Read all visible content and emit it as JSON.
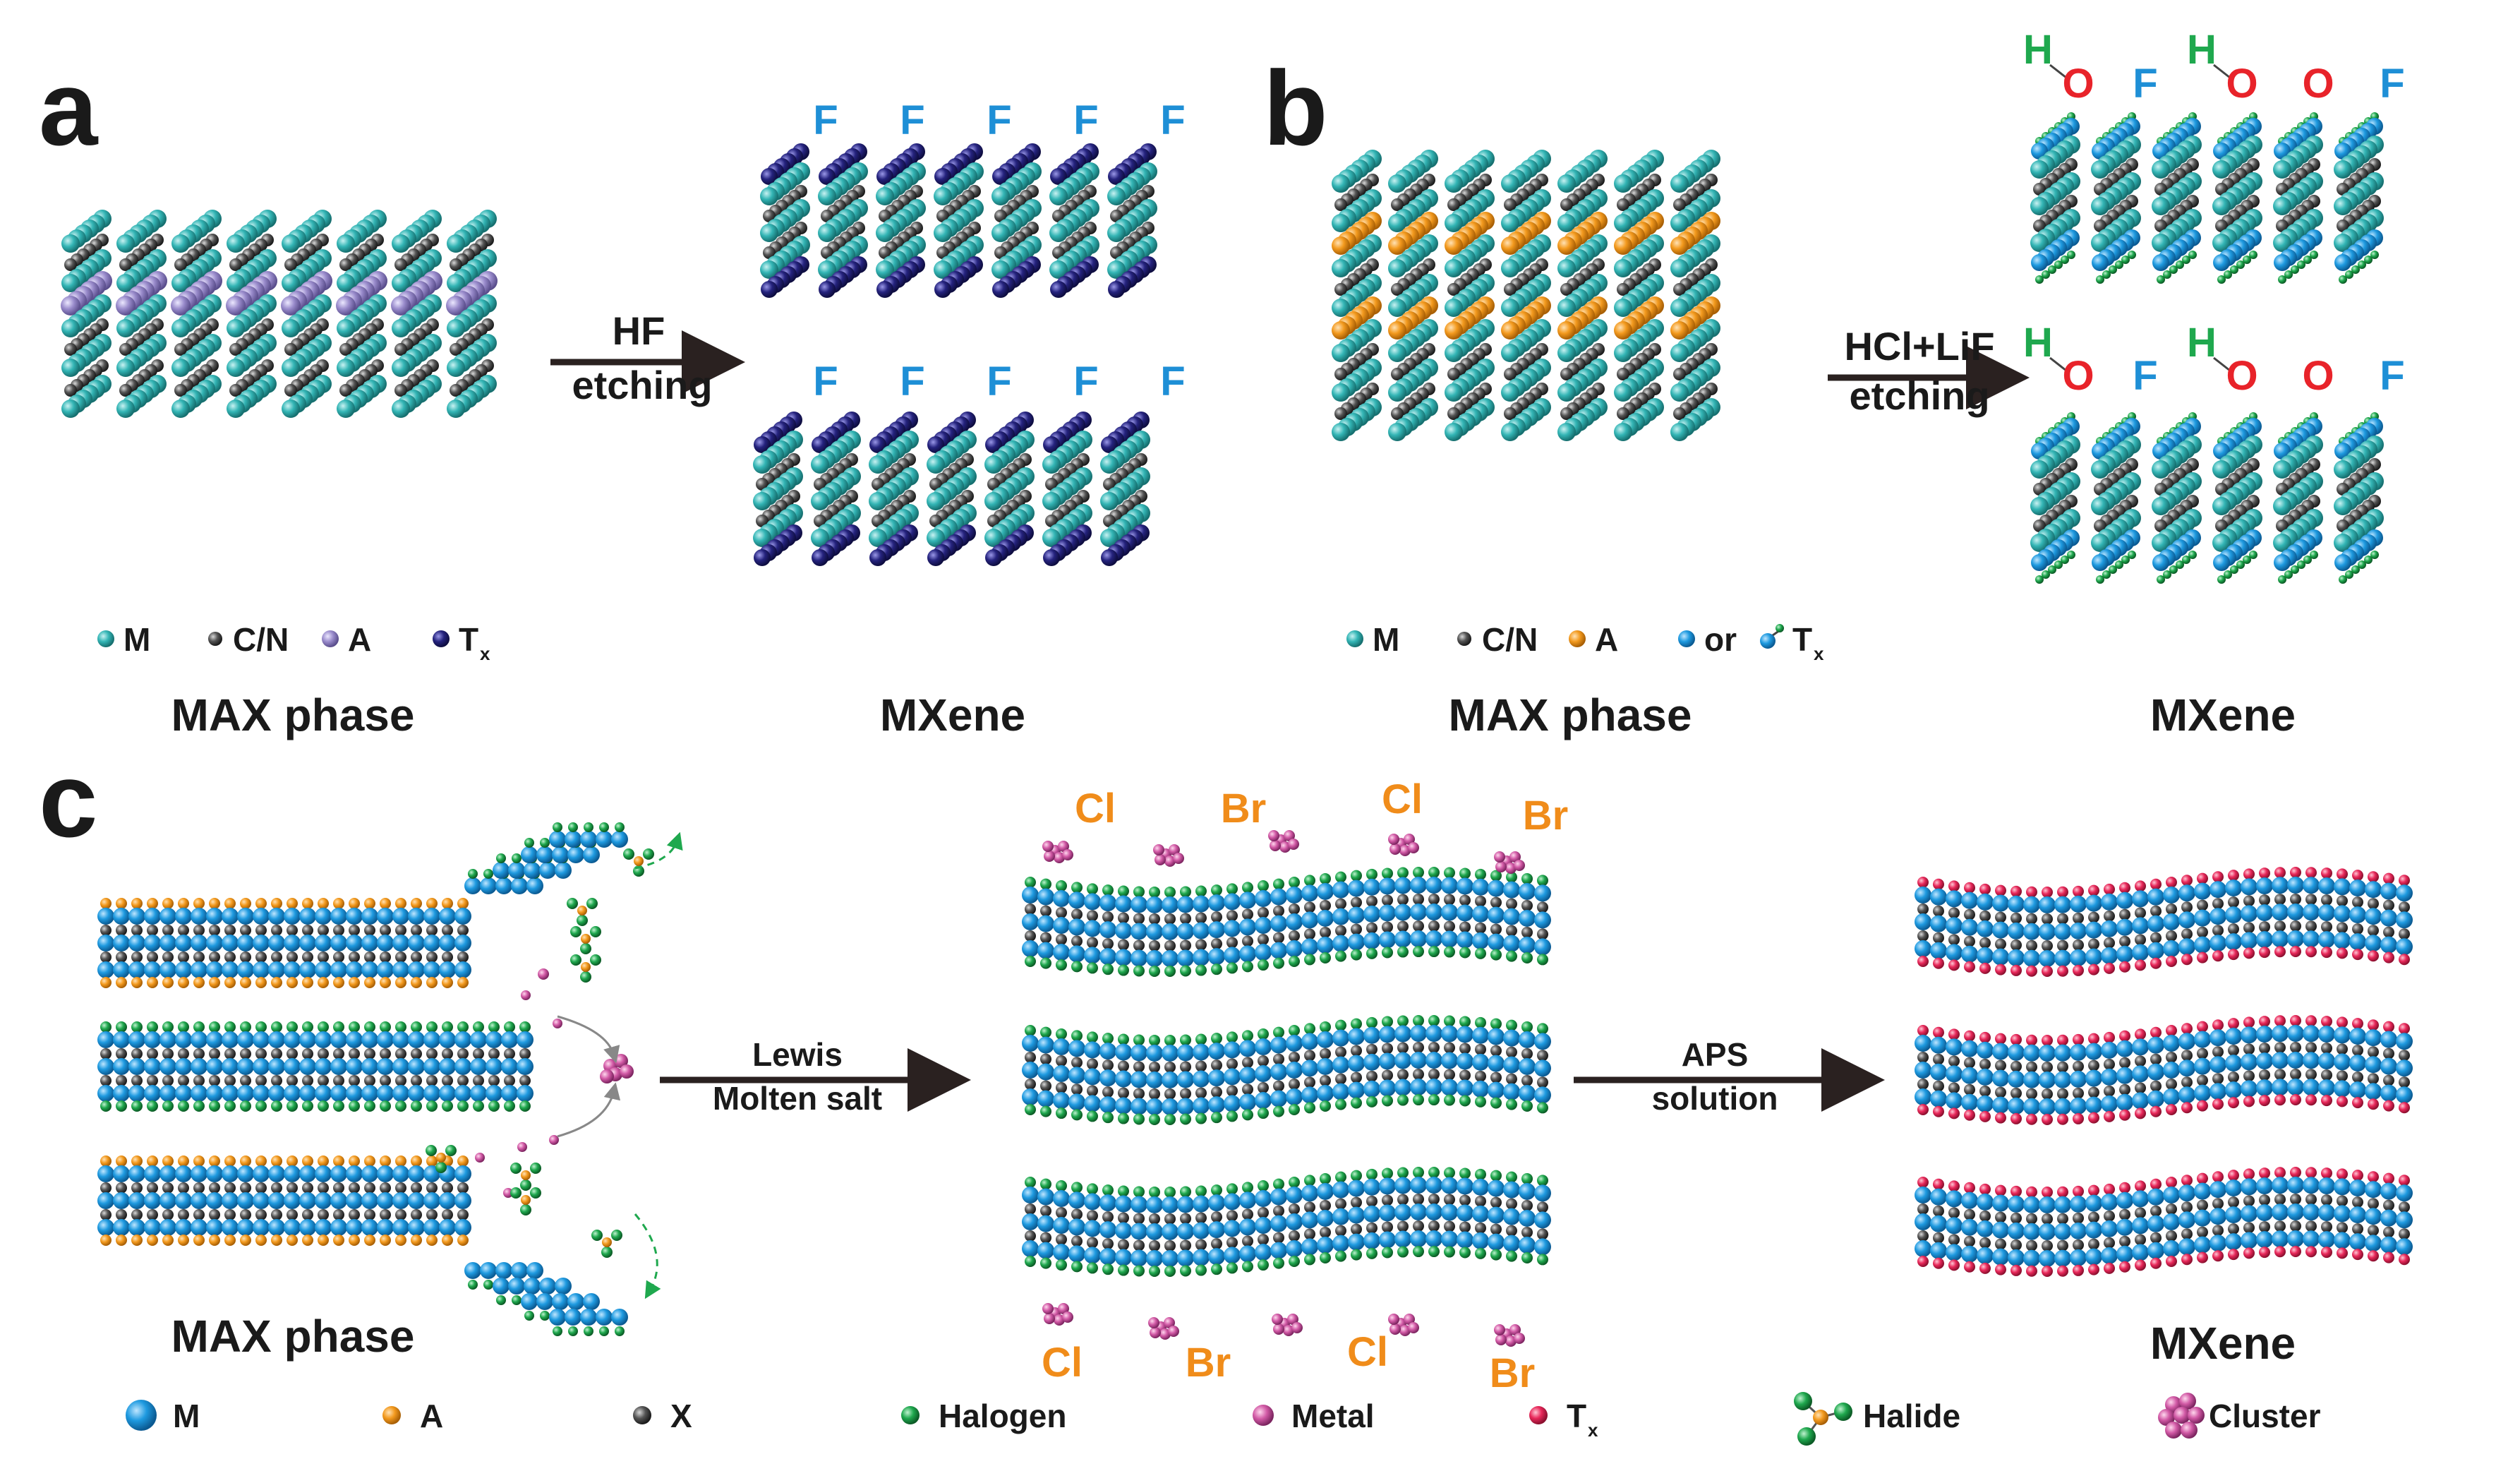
{
  "panels": {
    "a": {
      "label": "a",
      "arrow_line1": "HF",
      "arrow_line2": "etching",
      "left_caption": "MAX phase",
      "right_caption": "MXene",
      "f_labels": [
        "F",
        "F",
        "F",
        "F",
        "F"
      ],
      "legend": [
        {
          "key": "M",
          "text": "M",
          "color": "#33b5b5"
        },
        {
          "key": "CN",
          "text": "C/N",
          "color": "#3a3a3a"
        },
        {
          "key": "A",
          "text": "A",
          "color": "#9a8ccc"
        },
        {
          "key": "T",
          "text": "T",
          "sub": "x",
          "color": "#25237e"
        }
      ]
    },
    "b": {
      "label": "b",
      "arrow_line1": "HCl+LiF",
      "arrow_line2": "etching",
      "left_caption": "MAX phase",
      "right_caption": "MXene",
      "top_row": [
        {
          "t": "O",
          "h": "H"
        },
        {
          "t": "F"
        },
        {
          "t": "O",
          "h": "H"
        },
        {
          "t": "O"
        },
        {
          "t": "F"
        }
      ],
      "legend": [
        {
          "key": "M",
          "text": "M",
          "color": "#33b5b5"
        },
        {
          "key": "CN",
          "text": "C/N",
          "color": "#3a3a3a"
        },
        {
          "key": "A",
          "text": "A",
          "color": "#f39a1e"
        },
        {
          "key": "T",
          "text": "or",
          "color": "#1e9ae0"
        },
        {
          "key": "T2",
          "text": "T",
          "sub": "x",
          "color": "#1e9ae0"
        }
      ]
    },
    "c": {
      "label": "c",
      "arrow1_line1": "Lewis",
      "arrow1_line2": "Molten salt",
      "arrow2_line1": "APS",
      "arrow2_line2": "solution",
      "left_caption": "MAX phase",
      "right_caption": "MXene",
      "top_halogens": [
        "Cl",
        "Br",
        "Cl",
        "Br"
      ],
      "bottom_halogens": [
        "Cl",
        "Br",
        "Cl",
        "Br"
      ],
      "legend": [
        {
          "text": "M",
          "color": "#1e9ae0"
        },
        {
          "text": "A",
          "color": "#f39a1e"
        },
        {
          "text": "X",
          "color": "#3a3a3a"
        },
        {
          "text": "Halogen",
          "color": "#1fa84e"
        },
        {
          "text": "Metal",
          "color": "#d25aa6"
        },
        {
          "text": "T",
          "sub": "x",
          "color": "#e8285a"
        },
        {
          "text": "Halide",
          "color": "#1fa84e"
        },
        {
          "text": "Cluster",
          "color": "#d25aa6"
        }
      ]
    }
  },
  "colors": {
    "teal": "#33b5b5",
    "blue": "#1e9ae0",
    "gray": "#3a3a3a",
    "lavender": "#9a8ccc",
    "orange": "#f39a1e",
    "navy": "#25237e",
    "green": "#1fa84e",
    "pink": "#d25aa6",
    "red": "#e8285a",
    "label_blue": "#1e8fd6",
    "label_red": "#e8232a",
    "label_orange": "#f08c1a"
  }
}
